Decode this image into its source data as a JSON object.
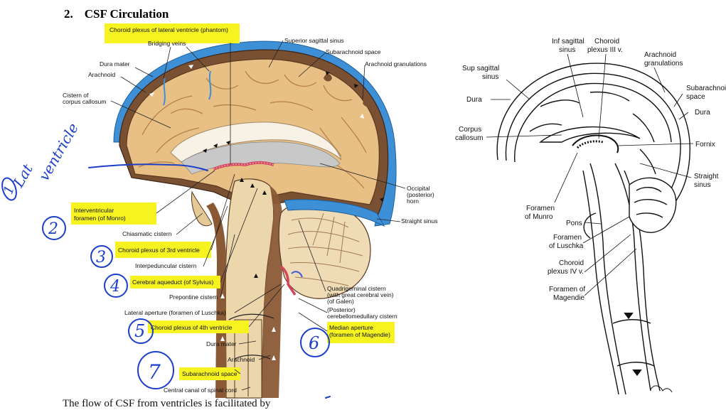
{
  "heading": {
    "number": "2.",
    "title": "CSF Circulation"
  },
  "footer": {
    "text": "The flow of CSF from ventricles is facilitated by"
  },
  "left_figure": {
    "labels": {
      "choroid_lateral": "Choroid plexus of lateral ventricle (phantom)",
      "bridging_veins": "Bridging veins",
      "superior_sagittal_sinus": "Superior sagittal sinus",
      "subarachnoid_space_top": "Subarachnoid space",
      "arachnoid_granulations": "Arachnoid granulations",
      "dura_mater_top": "Dura mater",
      "arachnoid_top": "Arachnoid",
      "cistern_cc_1": "Cistern of",
      "cistern_cc_2": "corpus callosum",
      "occipital_1": "Occipital",
      "occipital_2": "(posterior)",
      "occipital_3": "horn",
      "straight_sinus": "Straight sinus",
      "interventricular_1": "Interventricular",
      "interventricular_2": "foramen (of Monro)",
      "chiasmatic": "Chiasmatic cistern",
      "choroid_3rd": "Choroid plexus of 3rd ventricle",
      "interpeduncular": "Interpeduncular cistern",
      "aqueduct": "Cerebral aqueduct (of Sylvius)",
      "prepontine": "Prepontine cistern",
      "quadrigeminal_1": "Quadrigeminal cistern",
      "quadrigeminal_2": "(with great cerebral vein)",
      "quadrigeminal_3": "(of Galen)",
      "lateral_aperture": "Lateral aperture (foramen of Luschka)",
      "posterior_cm_1": "(Posterior)",
      "posterior_cm_2": "cerebellomedullary cistern",
      "choroid_4th": "Choroid plexus of 4th ventricle",
      "median_aperture_1": "Median aperture",
      "median_aperture_2": "(foramen of Magendie)",
      "dura_mater_bottom": "Dura mater",
      "arachnoid_bottom": "Arachnoid",
      "subarachnoid_space_bottom": "Subarachnoid space",
      "central_canal": "Central canal of spinal cord"
    }
  },
  "annotations": {
    "lat_1": "Lat",
    "lat_2": "ventricle",
    "n1": "1",
    "n2": "2",
    "n3": "3",
    "n4": "4",
    "n5": "5",
    "n6": "6",
    "n7": "7"
  },
  "right_figure": {
    "labels": {
      "inf_sagittal_1": "Inf sagittal",
      "inf_sagittal_2": "sinus",
      "choroid_iii_1": "Choroid",
      "choroid_iii_2": "plexus III v.",
      "arachnoid_gran_1": "Arachnoid",
      "arachnoid_gran_2": "granulations",
      "sup_sagittal_1": "Sup sagittal",
      "sup_sagittal_2": "sinus",
      "subarachnoid_1": "Subarachnoid",
      "subarachnoid_2": "space",
      "dura_left": "Dura",
      "dura_right": "Dura",
      "corpus_1": "Corpus",
      "corpus_2": "callosum",
      "fornix": "Fornix",
      "straight_1": "Straight",
      "straight_2": "sinus",
      "monro_1": "Foramen",
      "monro_2": "of Munro",
      "pons": "Pons",
      "luschka_1": "Foramen",
      "luschka_2": "of Luschka",
      "choroid_iv_1": "Choroid",
      "choroid_iv_2": "plexus IV v.",
      "magendie_1": "Foramen of",
      "magendie_2": "Magendie"
    }
  }
}
